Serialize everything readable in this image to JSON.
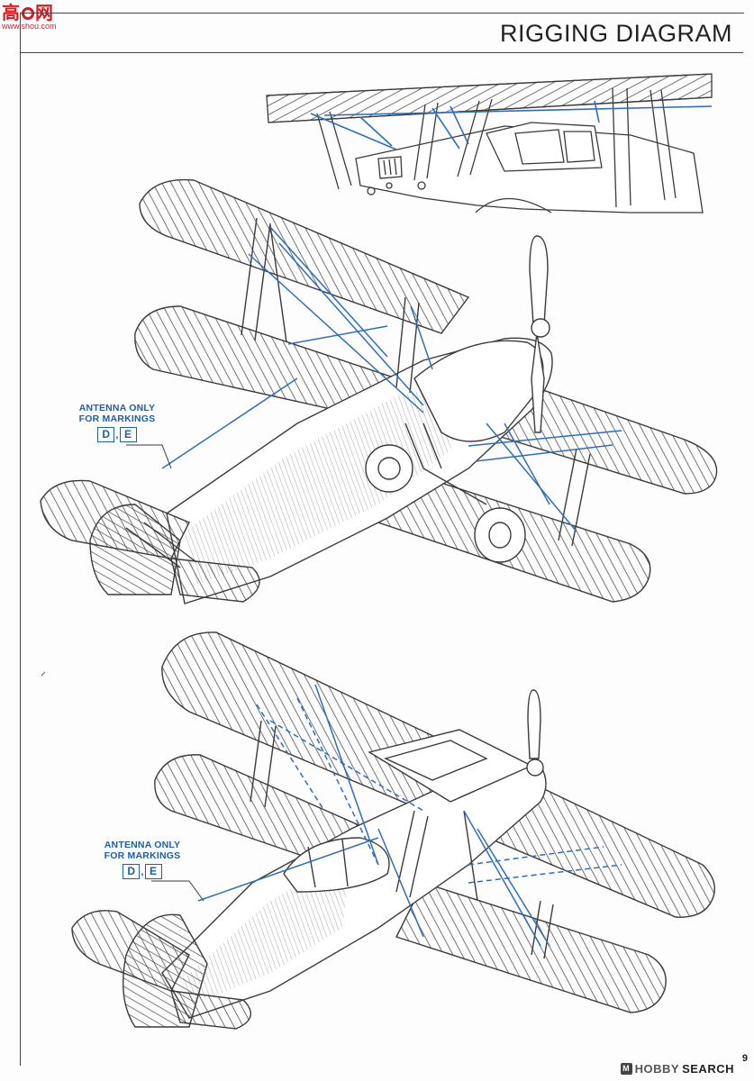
{
  "header": {
    "title": "RIGGING DIAGRAM"
  },
  "site_logo": {
    "brand_left": "高",
    "brand_right": "网",
    "domain": "www.shou.com"
  },
  "callouts": [
    {
      "line1": "ANTENNA ONLY",
      "line2": "FOR MARKINGS",
      "badges": [
        "D",
        "E"
      ],
      "separator": ","
    },
    {
      "line1": "ANTENNA ONLY",
      "line2": "FOR MARKINGS",
      "badges": [
        "D",
        "E"
      ],
      "separator": ","
    }
  ],
  "footer": {
    "watermark_hobby": "HOBBY",
    "watermark_search": "SEARCH",
    "watermark_mark": "M",
    "page_number": "9"
  },
  "colors": {
    "rigging_line": "#2f6db8",
    "outline": "#3a3a3a",
    "callout_text": "#1b5fa8",
    "logo_red": "#d71920"
  }
}
